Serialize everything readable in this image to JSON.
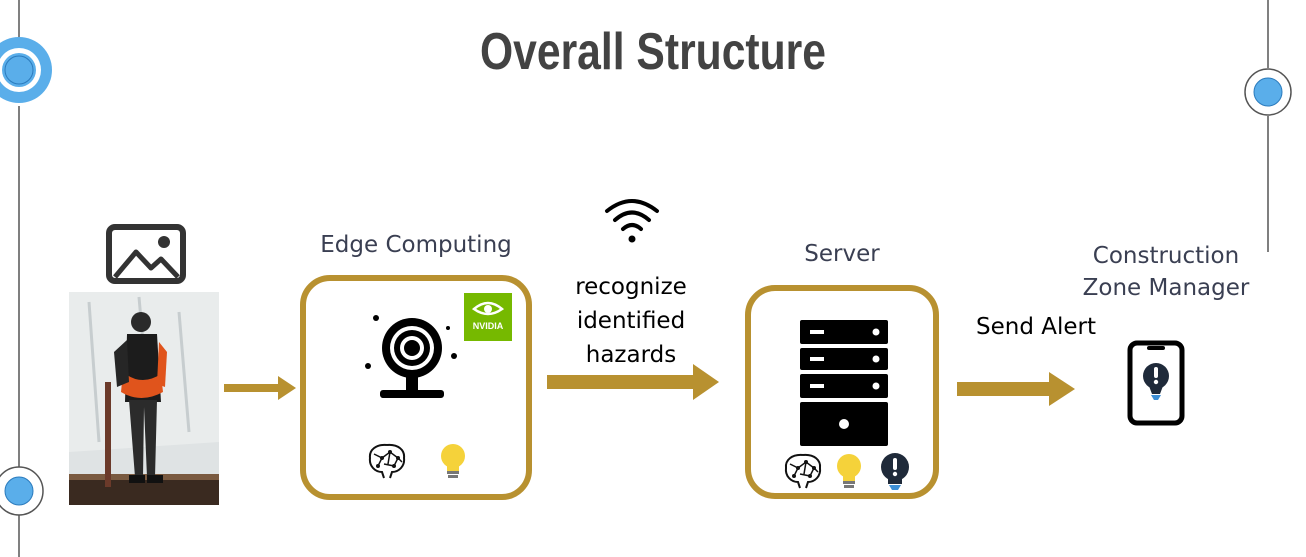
{
  "title": "Overall Structure",
  "edge_label": "Edge Computing",
  "nvidia_badge": "NVIDIA",
  "wifi_caption": [
    "recognize",
    "identified",
    "hazards"
  ],
  "server_label": "Server",
  "manager_label": [
    "Construction",
    "Zone Manager"
  ],
  "send_alert": "Send Alert",
  "colors": {
    "accent": "#b89130",
    "circle_blue": "#5aaeea",
    "title": "#434343",
    "green": "#76b900"
  },
  "icons": [
    "image-icon",
    "webcam-icon",
    "brain-icon",
    "lightbulb-icon",
    "server-rack-icon",
    "alert-bulb-icon",
    "wifi-icon",
    "phone-alert-icon"
  ]
}
